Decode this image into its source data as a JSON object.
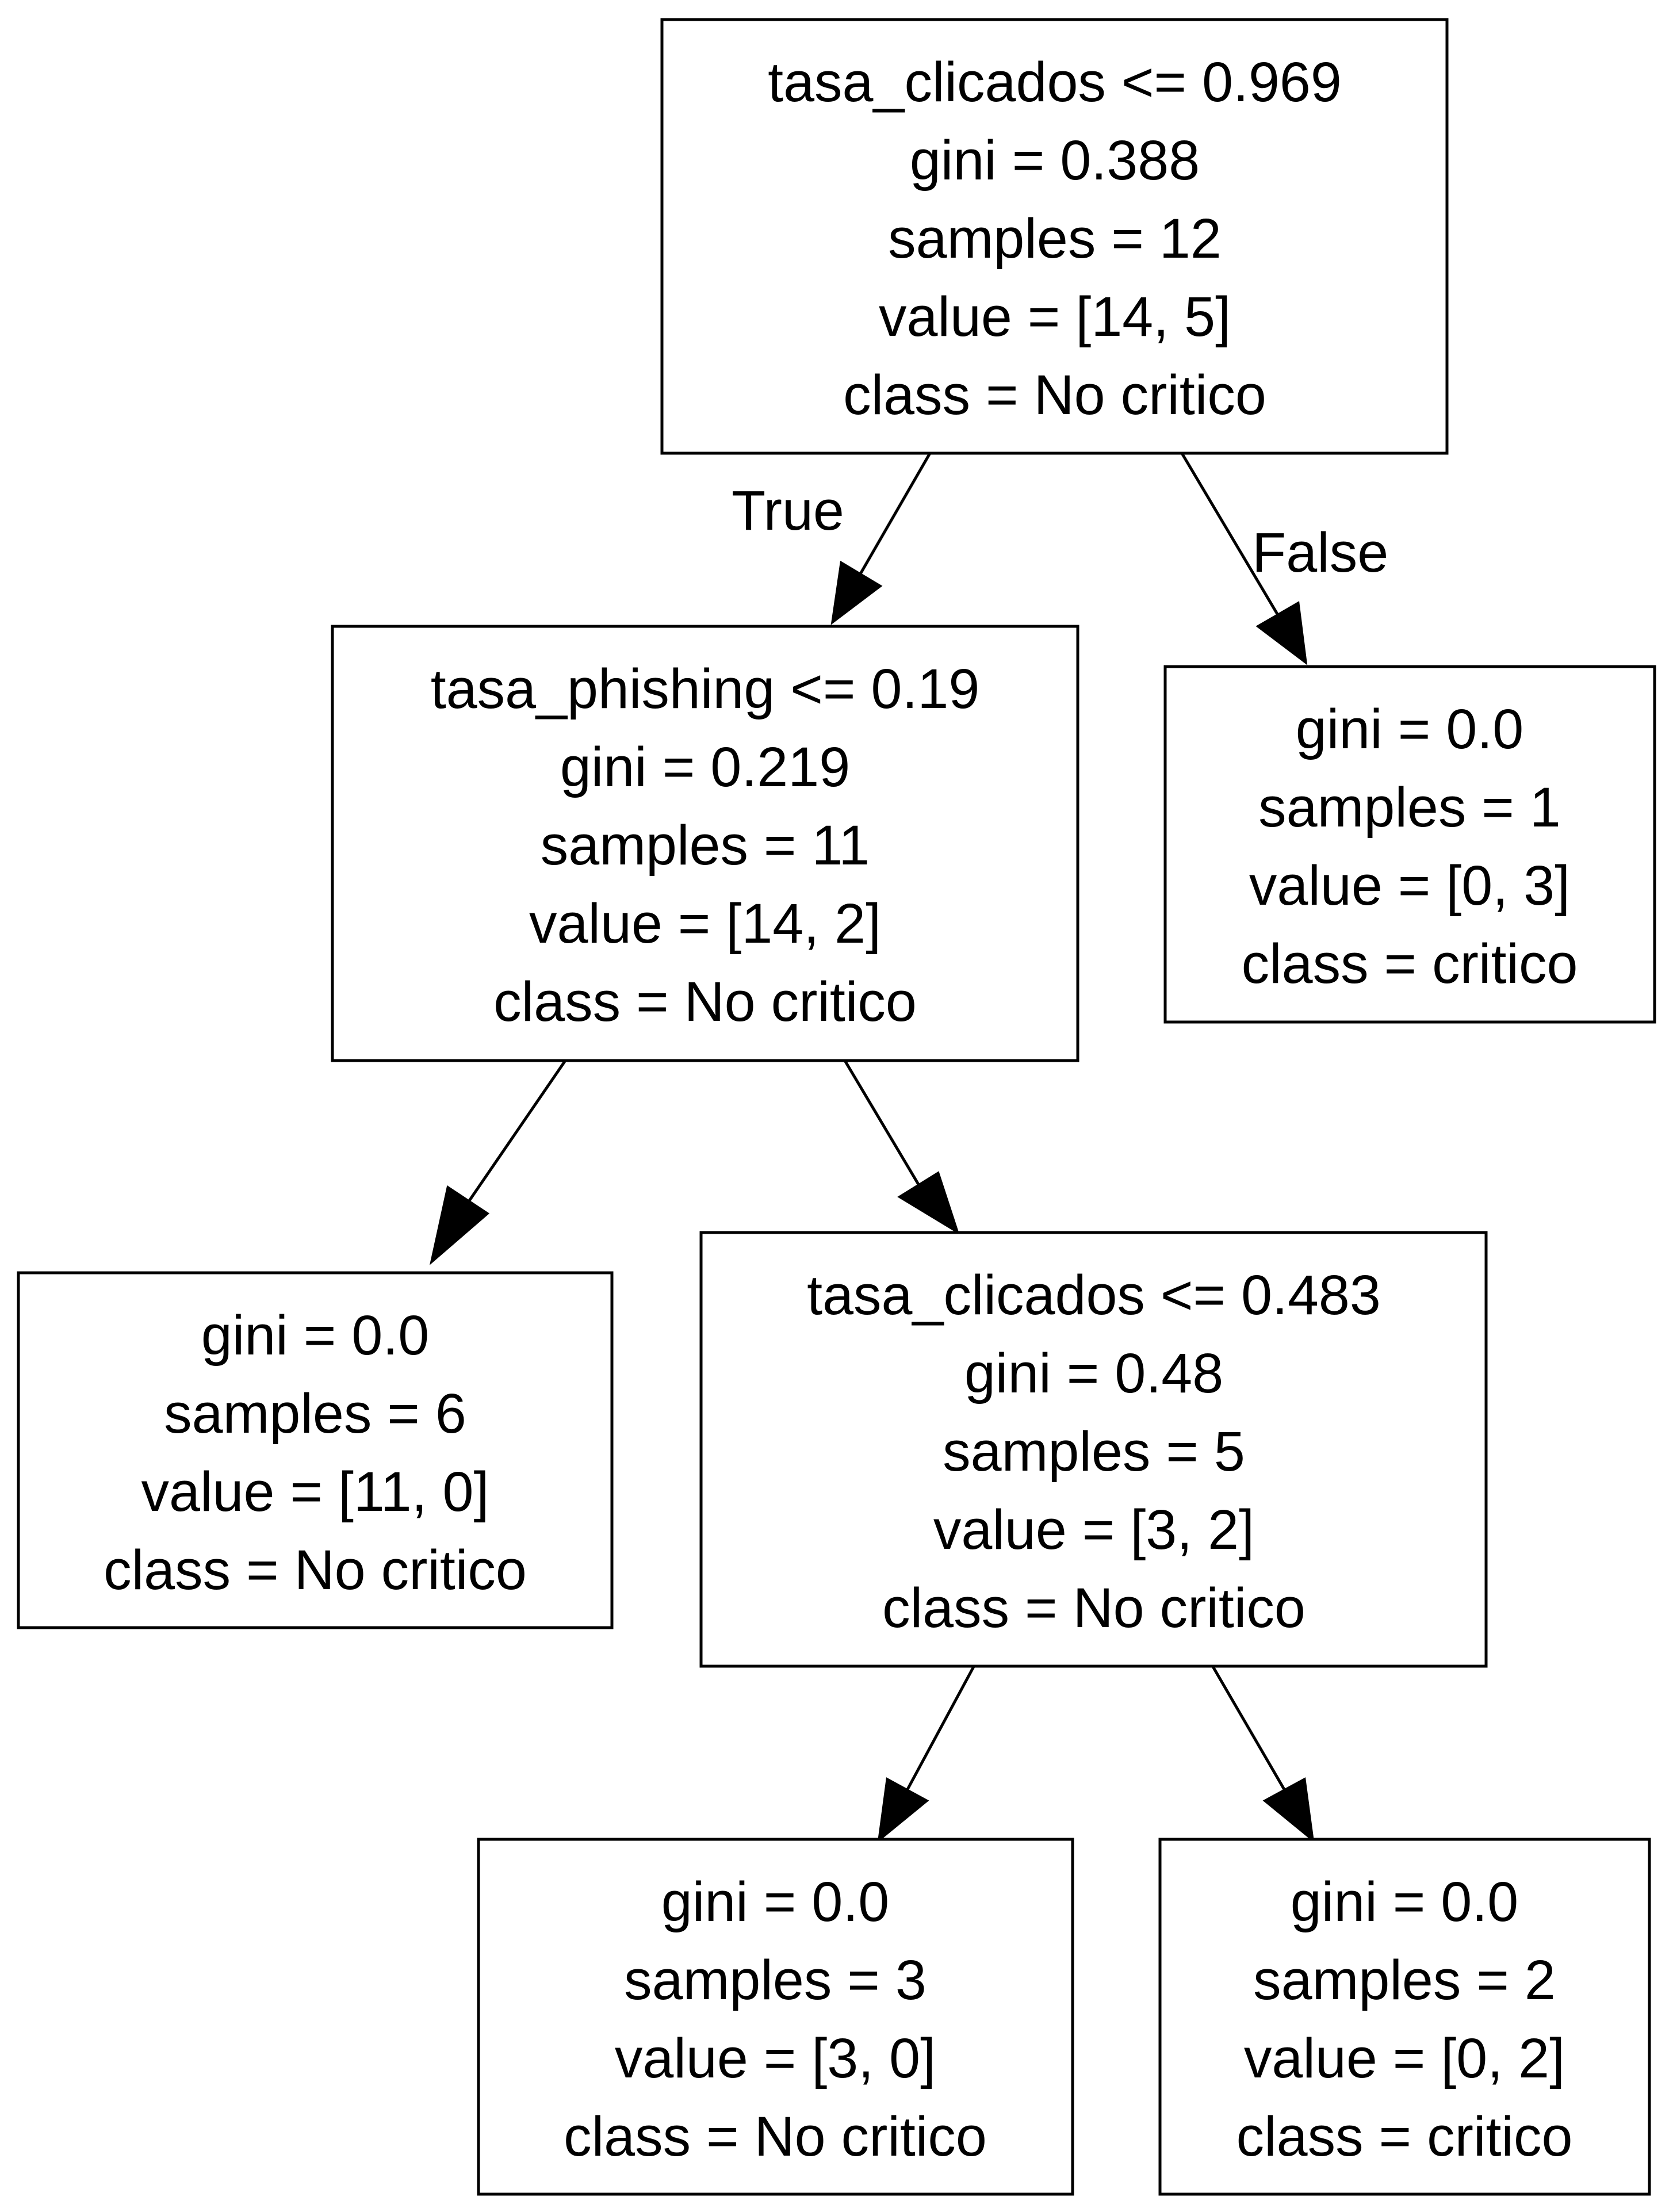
{
  "nodes": {
    "n0": {
      "line1": "tasa_clicados <= 0.969",
      "line2": "gini = 0.388",
      "line3": "samples = 12",
      "line4": "value = [14, 5]",
      "line5": "class = No critico"
    },
    "n1": {
      "line1": "tasa_phishing <= 0.19",
      "line2": "gini = 0.219",
      "line3": "samples = 11",
      "line4": "value = [14, 2]",
      "line5": "class = No critico"
    },
    "n2": {
      "line1": "gini = 0.0",
      "line2": "samples = 1",
      "line3": "value = [0, 3]",
      "line4": "class = critico"
    },
    "n3": {
      "line1": "gini = 0.0",
      "line2": "samples = 6",
      "line3": "value = [11, 0]",
      "line4": "class = No critico"
    },
    "n4": {
      "line1": "tasa_clicados <= 0.483",
      "line2": "gini = 0.48",
      "line3": "samples = 5",
      "line4": "value = [3, 2]",
      "line5": "class = No critico"
    },
    "n5": {
      "line1": "gini = 0.0",
      "line2": "samples = 3",
      "line3": "value = [3, 0]",
      "line4": "class = No critico"
    },
    "n6": {
      "line1": "gini = 0.0",
      "line2": "samples = 2",
      "line3": "value = [0, 2]",
      "line4": "class = critico"
    }
  },
  "edges": {
    "true_label": "True",
    "false_label": "False"
  }
}
